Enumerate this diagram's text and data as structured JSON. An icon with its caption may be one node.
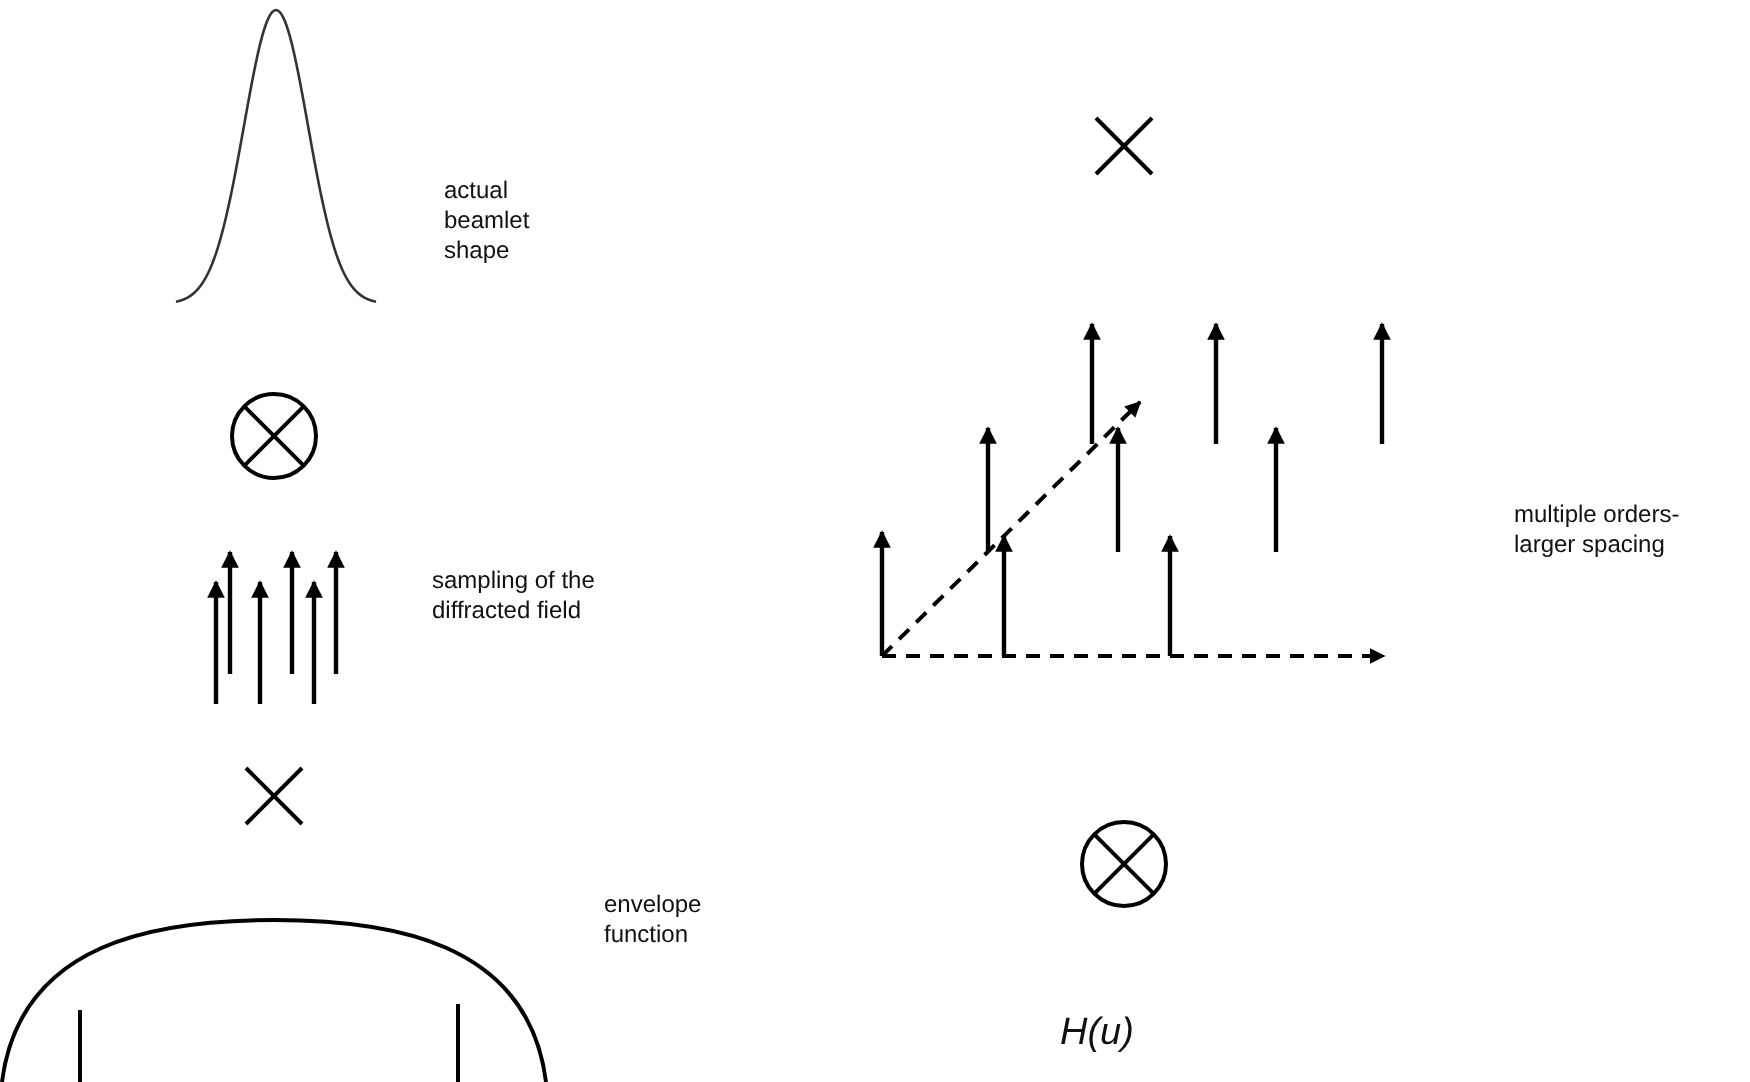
{
  "diagram": {
    "labels": [
      "actual beamlet shape",
      "sampling of the diffracted field",
      "multiple orders-larger spacing",
      "envelope function",
      "H(u)"
    ]
  }
}
